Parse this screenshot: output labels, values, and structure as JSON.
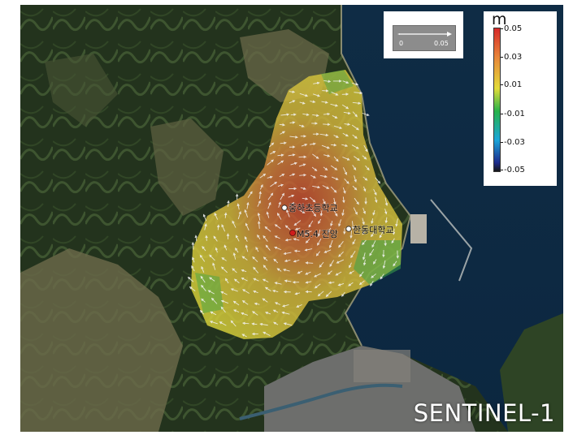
{
  "map": {
    "places": [
      {
        "id": "school-1",
        "label": "중하초등학교"
      },
      {
        "id": "epicenter",
        "label": "M5.4 진앙"
      },
      {
        "id": "school-2",
        "label": "한동대학교"
      }
    ]
  },
  "vector_legend": {
    "min_label": "0",
    "max_label": "0.05"
  },
  "colorbar": {
    "unit": "m",
    "ticks": [
      "0.05",
      "0.03",
      "0.01",
      "-0.01",
      "-0.03",
      "-0.05"
    ],
    "colors": [
      "#d62a2a",
      "#e8853a",
      "#e3dc3a",
      "#27b24a",
      "#1aa6d9",
      "#1c2a8c",
      "#161616"
    ]
  },
  "satellite_label": "SENTINEL-1"
}
